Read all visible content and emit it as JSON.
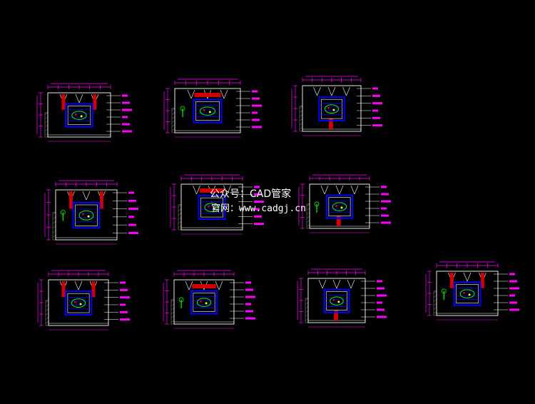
{
  "watermark": {
    "line1": "公众号：CAD管家",
    "line2": "官网：www.cadgj.cn"
  },
  "colors": {
    "background": "#000000",
    "dimension": "#ff00ff",
    "outline": "#ffffff",
    "panel": "#0000ff",
    "accent_red": "#d00000",
    "accent_green": "#00ff00",
    "accent_yellow": "#ffff00",
    "hatch": "#808080"
  },
  "drawings": [
    {
      "name": "elevation-1",
      "label": ""
    },
    {
      "name": "elevation-2",
      "label": ""
    },
    {
      "name": "elevation-3",
      "label": ""
    },
    {
      "name": "elevation-4",
      "label": ""
    },
    {
      "name": "elevation-5",
      "label": ""
    },
    {
      "name": "elevation-6",
      "label": ""
    },
    {
      "name": "elevation-7",
      "label": ""
    },
    {
      "name": "elevation-8",
      "label": ""
    },
    {
      "name": "elevation-9",
      "label": ""
    },
    {
      "name": "elevation-10",
      "label": ""
    }
  ]
}
